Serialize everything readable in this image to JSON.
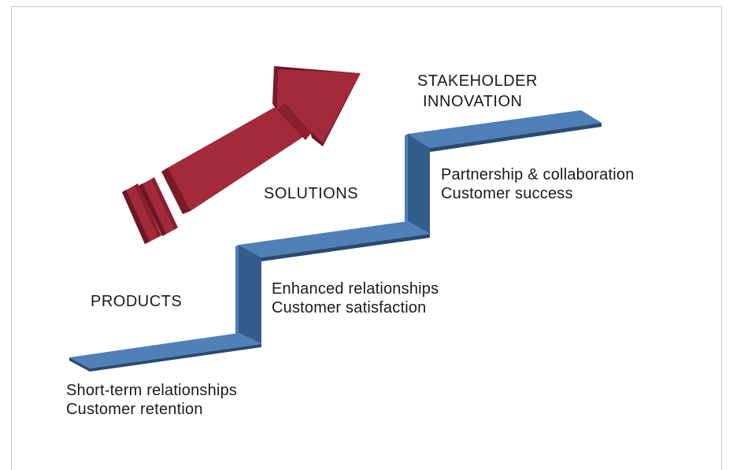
{
  "stages": [
    {
      "name": "PRODUCTS",
      "lines": [
        "Short-term relationships",
        "Customer retention"
      ]
    },
    {
      "name": "SOLUTIONS",
      "lines": [
        "Enhanced relationships",
        "Customer satisfaction"
      ]
    },
    {
      "name_lines": [
        "STAKEHOLDER",
        "INNOVATION"
      ],
      "lines": [
        "Partnership & collaboration",
        "Customer success"
      ]
    }
  ],
  "colors": {
    "step_top": "#4f80b8",
    "step_front": "#355d8c",
    "step_edge": "#2a4a70",
    "arrow_light": "#a32a3b",
    "arrow_mid": "#8a1f2e",
    "arrow_dark": "#6e1623",
    "frame": "#c8c8c8"
  }
}
